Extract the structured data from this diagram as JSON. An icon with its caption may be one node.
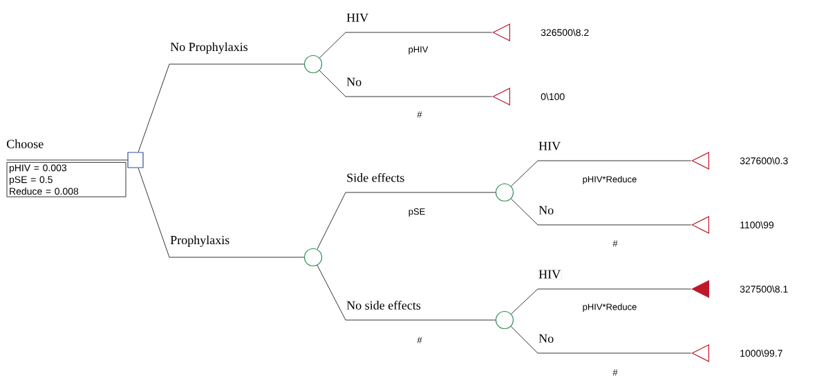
{
  "diagram": {
    "nodes": [
      {
        "text": [],
        "shape": "box"
      },
      {
        "text": [
          "Choose",
          "pHIV = 0.003",
          "pSE = 0.5",
          "Reduce = 0.008"
        ]
      },
      {
        "text": [],
        "shape": "circle"
      },
      {
        "text": [],
        "shape": "circle"
      },
      {
        "text": [],
        "shape": "circle"
      },
      {
        "text": [],
        "shape": "circle"
      },
      {
        "text": [],
        "shape": "triangle",
        "beside": [
          "326500\\8.2"
        ]
      },
      {
        "text": [],
        "shape": "triangle",
        "beside": [
          "0\\100"
        ]
      },
      {
        "text": [],
        "shape": "triangle",
        "beside": [
          "327600\\0.3"
        ]
      },
      {
        "text": [],
        "shape": "triangle",
        "beside": [
          "1100\\99"
        ]
      },
      {
        "text": [],
        "shape": "triangle",
        "beside": [
          "327500\\8.1"
        ]
      },
      {
        "text": [],
        "shape": "triangle",
        "beside": [
          "1000\\99.7"
        ]
      }
    ],
    "edges": [
      {
        "from": 1,
        "to": 0,
        "arrow": "none"
      },
      {
        "from": 0,
        "to": 2,
        "arrow": "none",
        "label": "No Prophylaxis"
      },
      {
        "from": 0,
        "to": 3,
        "arrow": "none",
        "label": "Prophylaxis"
      },
      {
        "from": 2,
        "to": 6,
        "arrow": "none",
        "label": "HIV"
      },
      {
        "from": 2,
        "to": 7,
        "arrow": "none",
        "label": "No"
      },
      {
        "from": 3,
        "to": 4,
        "arrow": "none",
        "label": "Side effects"
      },
      {
        "from": 3,
        "to": 5,
        "arrow": "none",
        "label": "No side effects"
      },
      {
        "from": 4,
        "to": 8,
        "arrow": "none",
        "label": "HIV"
      },
      {
        "from": 4,
        "to": 9,
        "arrow": "none",
        "label": "No"
      },
      {
        "from": 5,
        "to": 10,
        "arrow": "none",
        "label": "HIV"
      },
      {
        "from": 5,
        "to": 11,
        "arrow": "none",
        "label": "No"
      }
    ],
    "labels": [
      "pHIV",
      "#",
      "pSE",
      "pHIV*Reduce",
      "#",
      "pHIV*Reduce",
      "#",
      "#"
    ]
  }
}
